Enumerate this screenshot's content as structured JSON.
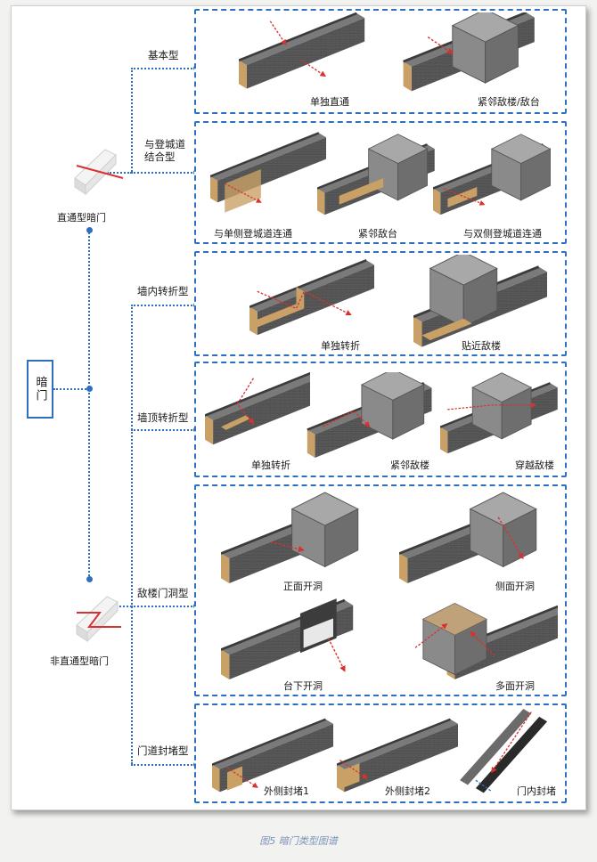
{
  "root": "暗门",
  "top_types": [
    {
      "label": "直通型暗门",
      "icon": "straight-passage-icon"
    },
    {
      "label": "非直通型暗门",
      "icon": "non-straight-passage-icon"
    }
  ],
  "categories": [
    "基本型",
    "与登城道\n结合型",
    "墙内转折型",
    "墙顶转折型",
    "敌楼门洞型",
    "门道封堵型"
  ],
  "items": {
    "basic": [
      "单独直通",
      "紧邻敌楼/敌台"
    ],
    "stair": [
      "与单侧登城道连通",
      "紧邻敌台",
      "与双侧登城道连通"
    ],
    "inwall": [
      "单独转折",
      "贴近敌楼"
    ],
    "wallTop": [
      "单独转折",
      "紧邻敌楼",
      "穿越敌楼"
    ],
    "tower": [
      "正面开洞",
      "侧面开洞",
      "台下开洞",
      "多面开洞"
    ],
    "block": [
      "外侧封堵1",
      "外侧封堵2",
      "门内封堵"
    ]
  },
  "caption": "图5 暗门类型图谱",
  "colors": {
    "accent": "#2f6fbf",
    "wall_dark": "#4a4a4a",
    "wall_mid": "#6b6b6b",
    "wall_light": "#9a9a9a",
    "passage": "#c9a066",
    "arrow": "#d93030"
  }
}
